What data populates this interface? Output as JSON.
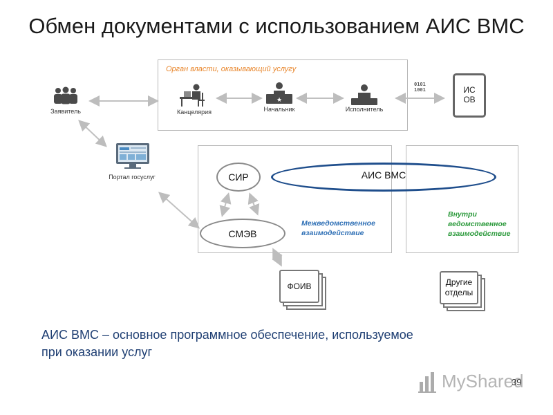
{
  "title": "Обмен документами с использованием АИС ВМС",
  "gov_box": {
    "label": "Орган власти, оказывающий услугу"
  },
  "actors": {
    "applicant": "Заявитель",
    "chancellery": "Канцелярия",
    "head": "Начальник",
    "executor": "Исполнитель",
    "portal": "Портал госуслуг"
  },
  "binary": {
    "line1": "0101",
    "line2": "1001"
  },
  "is_ov": {
    "line1": "ИС",
    "line2": "ОВ"
  },
  "nodes": {
    "sir": "СИР",
    "smev": "СМЭВ",
    "ais_vms": "АИС ВМС"
  },
  "interdept": {
    "line1": "Межведомственное",
    "line2": "взаимодействие"
  },
  "intradept": {
    "line1": "Внутри",
    "line2": "ведомственное",
    "line3": "взаимодействие"
  },
  "stacks": {
    "foiv": "ФОИВ",
    "other_line1": "Другие",
    "other_line2": "отделы"
  },
  "caption": {
    "line1": "АИС ВМС – основное программное обеспечение, используемое",
    "line2": "при оказании услуг"
  },
  "page_number": "39",
  "watermark": {
    "text": "MyShared"
  },
  "colors": {
    "orange_label": "#e8852a",
    "blue_text": "#2e6fb5",
    "green_text": "#2c9a3c",
    "ais_oval": "#1f4e8c",
    "caption": "#1f3f73",
    "arrow": "#c0c0c0"
  }
}
